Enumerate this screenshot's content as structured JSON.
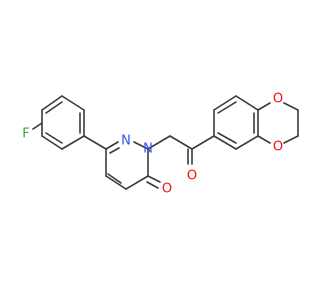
{
  "molecule": {
    "atom_labels": {
      "fluorine": "F",
      "ring_nitrogen_1": "N",
      "ring_nitrogen_2": "N",
      "pyridazinone_oxygen": "O",
      "ketone_oxygen": "O",
      "dioxane_oxygen_top": "O",
      "dioxane_oxygen_bottom": "O"
    },
    "colors": {
      "bond": "#3a3a3a",
      "carbon_skeleton": "#3a3a3a",
      "nitrogen": "#3050f8",
      "oxygen": "#ff0d0d",
      "fluorine": "#33aa33"
    }
  }
}
